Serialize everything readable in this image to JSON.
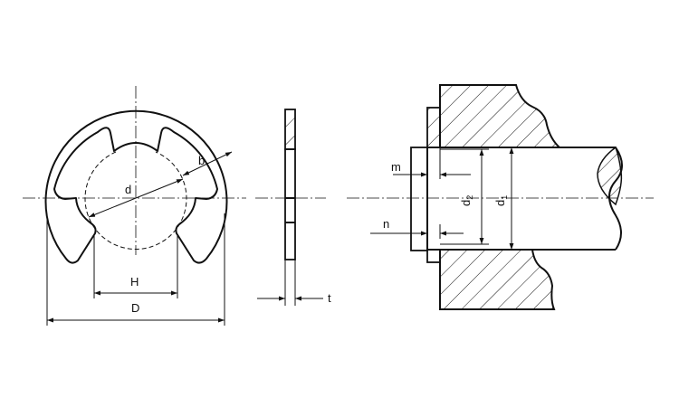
{
  "labels": {
    "d": "d",
    "b": "b",
    "H": "H",
    "D": "D",
    "t": "t",
    "m": "m",
    "n": "n",
    "d2_main": "d",
    "d2_sub": "2",
    "d1_main": "d",
    "d1_sub": "1"
  }
}
